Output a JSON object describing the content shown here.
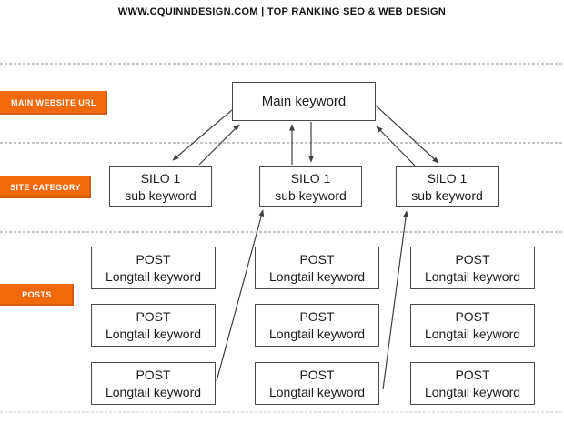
{
  "header": {
    "title": "WWW.CQUINNDESIGN.COM | TOP RANKING SEO & WEB DESIGN"
  },
  "section_labels": {
    "main_website_url": "MAIN WEBSITE URL",
    "site_category": "SITE CATEGORY",
    "posts": "POSTS"
  },
  "diagram": {
    "main_box": {
      "label": "Main keyword"
    },
    "silos": [
      {
        "title": "SILO 1",
        "subtitle": "sub keyword"
      },
      {
        "title": "SILO 1",
        "subtitle": "sub keyword"
      },
      {
        "title": "SILO 1",
        "subtitle": "sub keyword"
      }
    ],
    "posts": [
      {
        "title": "POST",
        "subtitle": "Longtail keyword"
      },
      {
        "title": "POST",
        "subtitle": "Longtail keyword"
      },
      {
        "title": "POST",
        "subtitle": "Longtail keyword"
      },
      {
        "title": "POST",
        "subtitle": "Longtail keyword"
      },
      {
        "title": "POST",
        "subtitle": "Longtail keyword"
      },
      {
        "title": "POST",
        "subtitle": "Longtail keyword"
      },
      {
        "title": "POST",
        "subtitle": "Longtail keyword"
      },
      {
        "title": "POST",
        "subtitle": "Longtail keyword"
      },
      {
        "title": "POST",
        "subtitle": "Longtail keyword"
      }
    ]
  },
  "colors": {
    "accent": "#F2690B",
    "line": "#3F3F3F",
    "boxborder": "#4A4A4A",
    "dash": "#8A8A8A"
  }
}
